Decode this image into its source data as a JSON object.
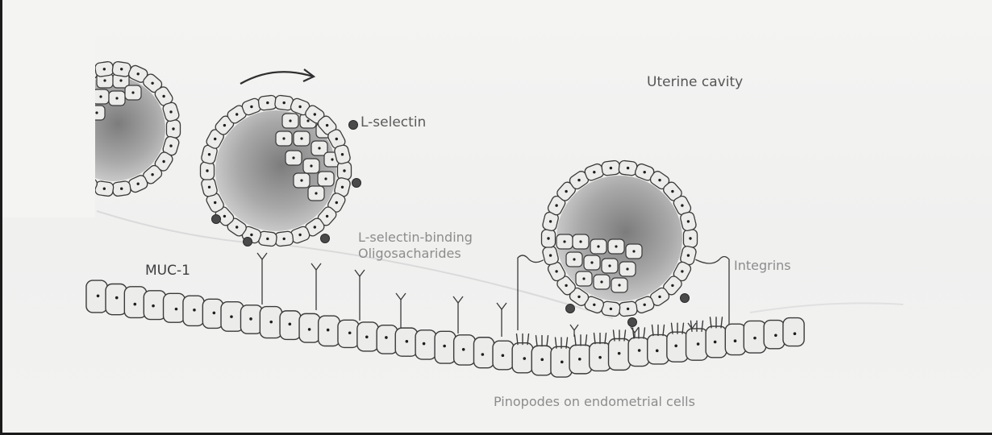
{
  "labels": {
    "uterine_cavity": "Uterine cavity",
    "l_selectin": "L-selectin",
    "l_selectin_binding_line1": "L-selectin-binding",
    "l_selectin_binding_line2": "Oligosacharides",
    "muc1": "MUC-1",
    "integrins": "Integrins",
    "pinopodes": "Pinopodes on endometrial cells"
  },
  "colors": {
    "ink": "#3a3a3a",
    "label": "#555555",
    "faded_label": "#8a8a8a",
    "cell_fill": "#ececea",
    "cavity_fill": "#9a9a9a",
    "frame": "#1b1b1b"
  }
}
